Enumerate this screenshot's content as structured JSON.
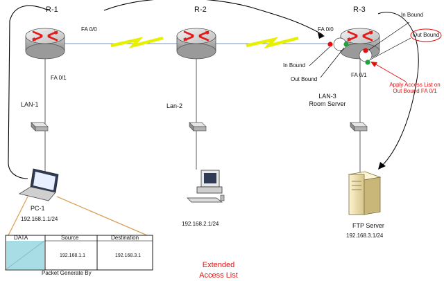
{
  "routers": [
    {
      "name": "R-1",
      "port_top": "FA 0/0",
      "port_bottom": "FA 0/1"
    },
    {
      "name": "R-2"
    },
    {
      "name": "R-3",
      "port_top": "FA 0/0",
      "port_bottom": "FA 0/1"
    }
  ],
  "lans": {
    "lan1": "LAN-1",
    "lan2": "Lan-2",
    "lan3_line1": "LAN-3",
    "lan3_line2": "Room Server"
  },
  "hosts": {
    "pc1_name": "PC-1",
    "pc1_ip": "192.168.1.1/24",
    "pc2_ip": "192.168.2.1/24",
    "ftp_name": "FTP Server",
    "ftp_ip": "192.168.3.1/24"
  },
  "annotations": {
    "in_bound_left": "In Bound",
    "out_bound_left": "Out Bound",
    "in_bound_right": "In Bound",
    "out_bound_right": "Out Bound",
    "apply_line1": "Apply Access List on",
    "apply_line2": "Out Bound FA 0/1"
  },
  "packet": {
    "col1_header": "DATA",
    "col2_header": "Source",
    "col3_header": "Destination",
    "source_value": "192.168.1.1",
    "destination_value": "192.168.3.1",
    "caption": "Packet Generate By"
  },
  "footer": {
    "line1": "Extended",
    "line2": "Access List"
  },
  "colors": {
    "router_icon": "#e41a1a",
    "serial_link": "#e6f000",
    "annotation": "#e01010",
    "packet_border": "#d9a15a"
  }
}
